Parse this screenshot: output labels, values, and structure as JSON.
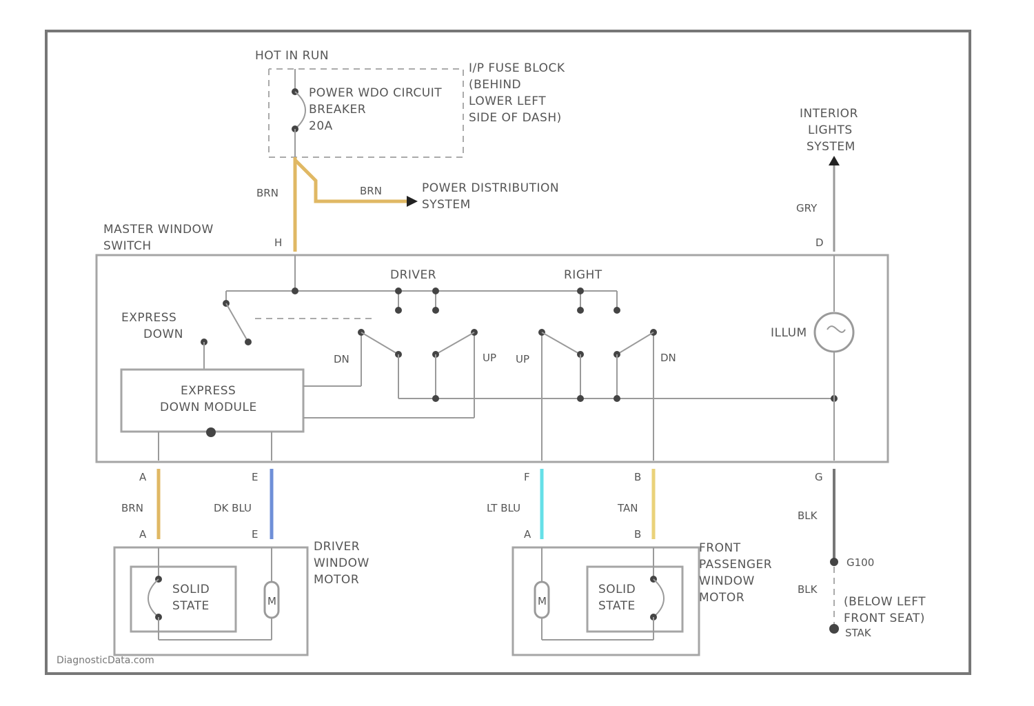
{
  "hot_in_run": "HOT IN RUN",
  "fuse_block": [
    "I/P FUSE BLOCK",
    "(BEHIND",
    "LOWER LEFT",
    "SIDE OF DASH)"
  ],
  "breaker": [
    "POWER WDO CIRCUIT",
    "BREAKER",
    "20A"
  ],
  "power_distribution": [
    "POWER DISTRIBUTION",
    "SYSTEM"
  ],
  "interior_lights": [
    "INTERIOR",
    "LIGHTS",
    "SYSTEM"
  ],
  "master_switch": [
    "MASTER WINDOW",
    "SWITCH"
  ],
  "express_down": [
    "EXPRESS",
    "DOWN"
  ],
  "express_module": [
    "EXPRESS",
    "DOWN MODULE"
  ],
  "driver_label": "DRIVER",
  "right_label": "RIGHT",
  "illum": "ILLUM",
  "dn": "DN",
  "up": "UP",
  "driver_motor": [
    "DRIVER",
    "WINDOW",
    "MOTOR"
  ],
  "passenger_motor": [
    "FRONT",
    "PASSENGER",
    "WINDOW",
    "MOTOR"
  ],
  "solid_state": [
    "SOLID",
    "STATE"
  ],
  "motor_m": "M",
  "ground_id": "G100",
  "ground_loc": [
    "(BELOW LEFT",
    "FRONT SEAT)"
  ],
  "ground_terminal": "STAK",
  "wire_colors": {
    "brn": "BRN",
    "gry": "GRY",
    "dk_blu": "DK BLU",
    "lt_blu": "LT BLU",
    "tan": "TAN",
    "blk": "BLK"
  },
  "pins": {
    "h": "H",
    "d": "D",
    "a": "A",
    "e": "E",
    "f": "F",
    "b": "B",
    "g": "G"
  },
  "watermark": "DiagnosticData.com",
  "colors": {
    "brn": "#e0b864",
    "dk_blu": "#6f8fd8",
    "lt_blu": "#66e0e8",
    "tan": "#ead27a",
    "gray": "#9a9a9a"
  }
}
